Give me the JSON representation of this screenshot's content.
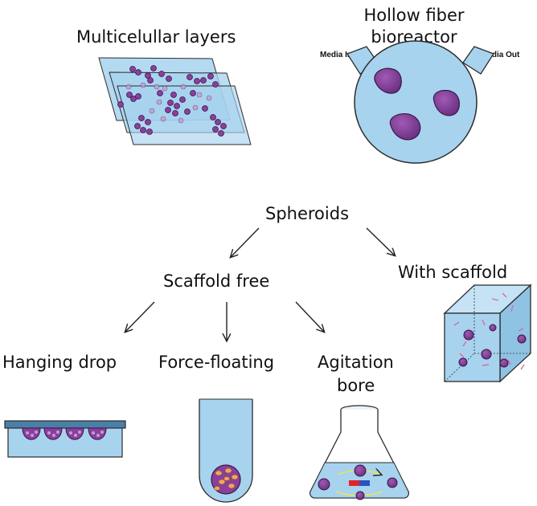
{
  "labels": {
    "multicellular": "Multicelullar layers",
    "hollow_fiber_line1": "Hollow fiber",
    "hollow_fiber_line2": "bioreactor",
    "media_in": "Media In",
    "media_out": "Media Out",
    "spheroids": "Spheroids",
    "scaffold_free": "Scaffold free",
    "with_scaffold": "With scaffold",
    "hanging_drop": "Hanging drop",
    "force_floating": "Force-floating",
    "agitation_line1": "Agitation",
    "agitation_line2": "bore"
  },
  "colors": {
    "light_blue": "#a7d3ee",
    "outline": "#2b2b2b",
    "cell_purple": "#8a3f9e",
    "cell_dark": "#4a1f5a",
    "orange": "#f2a65a",
    "yellow": "#e8e45a",
    "red": "#e2232a",
    "blue": "#2a52be",
    "pink": "#d86aa6"
  }
}
